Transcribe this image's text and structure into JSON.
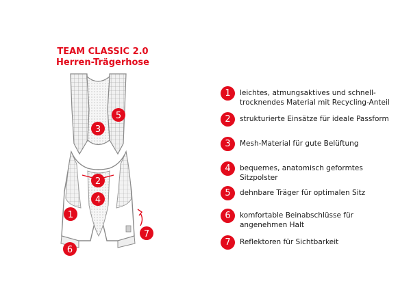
{
  "title": {
    "line1": "TEAM CLASSIC 2.0",
    "line2": "Herren-Trägerhose"
  },
  "colors": {
    "accent": "#e30b1c",
    "outline": "#8a8a8a",
    "mesh": "#dcdcdc"
  },
  "callouts": [
    {
      "number": "1"
    },
    {
      "number": "2"
    },
    {
      "number": "3"
    },
    {
      "number": "4"
    },
    {
      "number": "5"
    },
    {
      "number": "6"
    },
    {
      "number": "7"
    }
  ],
  "legend": [
    {
      "number": "1",
      "text": "leichtes, atmungsaktives und schnell-",
      "text2": "trocknendes Material mit Recycling-Anteil"
    },
    {
      "number": "2",
      "text": "strukturierte Einsätze für ideale Passform",
      "text2": ""
    },
    {
      "number": "3",
      "text": "Mesh-Material für gute Belüftung",
      "text2": ""
    },
    {
      "number": "4",
      "text": "bequemes, anatomisch geformtes",
      "text2": "Sitzpolster"
    },
    {
      "number": "5",
      "text": "dehnbare Träger für optimalen Sitz",
      "text2": ""
    },
    {
      "number": "6",
      "text": "komfortable Beinabschlüsse für",
      "text2": "angenehmen Halt"
    },
    {
      "number": "7",
      "text": "Reflektoren für Sichtbarkeit",
      "text2": ""
    }
  ]
}
